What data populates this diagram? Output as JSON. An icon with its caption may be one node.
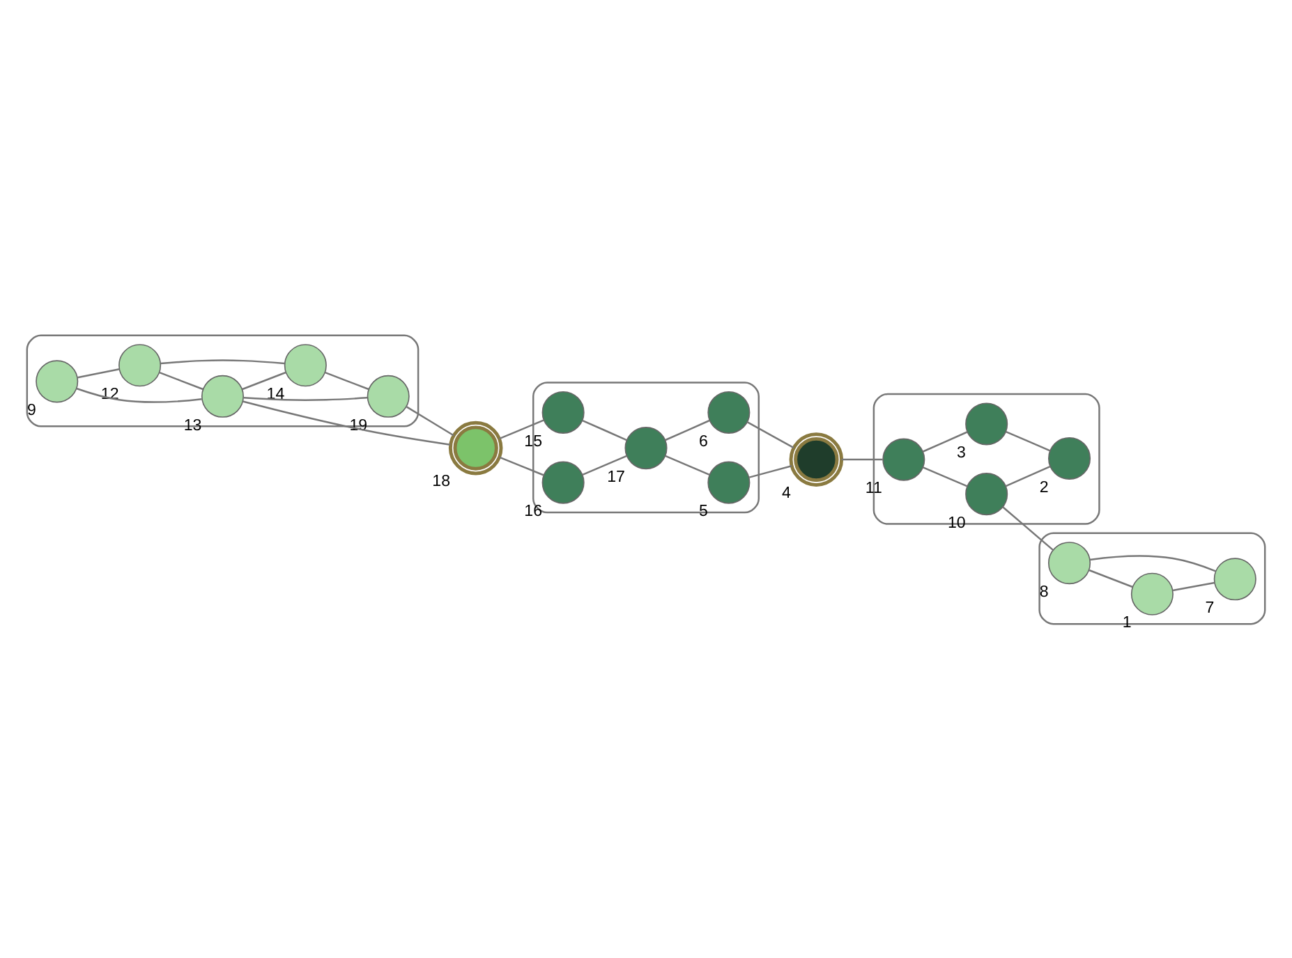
{
  "diagram": {
    "nodes": [
      {
        "text": [],
        "shape": "ellipse"
      },
      {
        "text": [],
        "shape": "circle",
        "beside": [
          "9"
        ],
        "in": 0
      },
      {
        "text": [],
        "shape": "circle",
        "beside": [
          "12"
        ],
        "in": 0
      },
      {
        "text": [],
        "shape": "circle",
        "beside": [
          "13"
        ],
        "in": 0
      },
      {
        "text": [],
        "shape": "circle",
        "beside": [
          "14"
        ],
        "in": 0
      },
      {
        "text": [],
        "shape": "circle",
        "beside": [
          "19"
        ],
        "in": 0
      },
      {
        "text": [],
        "shape": "circle",
        "beside": [
          "18"
        ]
      },
      {
        "text": [],
        "shape": "ellipse"
      },
      {
        "text": [],
        "shape": "circle",
        "beside": [
          "15"
        ],
        "in": 7
      },
      {
        "text": [],
        "shape": "circle",
        "beside": [
          "16"
        ],
        "in": 7
      },
      {
        "text": [],
        "shape": "circle",
        "beside": [
          "17"
        ],
        "in": 7
      },
      {
        "text": [],
        "shape": "circle",
        "beside": [
          "5"
        ],
        "in": 7
      },
      {
        "text": [],
        "shape": "circle",
        "beside": [
          "6"
        ],
        "in": 7
      },
      {
        "text": [],
        "shape": "circle",
        "beside": [
          "4"
        ]
      },
      {
        "text": [],
        "shape": "ellipse"
      },
      {
        "text": [],
        "shape": "circle",
        "beside": [
          "11"
        ],
        "in": 14
      },
      {
        "text": [],
        "shape": "circle",
        "beside": [
          "3"
        ],
        "in": 14
      },
      {
        "text": [],
        "shape": "circle",
        "beside": [
          "10"
        ],
        "in": 14
      },
      {
        "text": [],
        "shape": "circle",
        "beside": [
          "2"
        ],
        "in": 14
      },
      {
        "text": [],
        "shape": "ellipse"
      },
      {
        "text": [],
        "shape": "circle",
        "beside": [
          "8"
        ],
        "in": 19
      },
      {
        "text": [],
        "shape": "circle",
        "beside": [
          "1"
        ],
        "in": 19
      },
      {
        "text": [],
        "shape": "circle",
        "beside": [
          "7"
        ],
        "in": 19
      }
    ],
    "edges": [
      {
        "from": 1,
        "to": 2,
        "arrow": "none"
      },
      {
        "from": 1,
        "to": 3,
        "arrow": "none"
      },
      {
        "from": 2,
        "to": 3,
        "arrow": "none"
      },
      {
        "from": 2,
        "to": 4,
        "arrow": "none"
      },
      {
        "from": 3,
        "to": 4,
        "arrow": "none"
      },
      {
        "from": 3,
        "to": 5,
        "arrow": "none"
      },
      {
        "from": 4,
        "to": 5,
        "arrow": "none"
      },
      {
        "from": 3,
        "to": 6,
        "arrow": "none"
      },
      {
        "from": 5,
        "to": 6,
        "arrow": "none"
      },
      {
        "from": 6,
        "to": 8,
        "arrow": "none"
      },
      {
        "from": 6,
        "to": 9,
        "arrow": "none"
      },
      {
        "from": 8,
        "to": 10,
        "arrow": "none"
      },
      {
        "from": 9,
        "to": 10,
        "arrow": "none"
      },
      {
        "from": 10,
        "to": 11,
        "arrow": "none"
      },
      {
        "from": 10,
        "to": 12,
        "arrow": "none"
      },
      {
        "from": 11,
        "to": 13,
        "arrow": "none"
      },
      {
        "from": 12,
        "to": 13,
        "arrow": "none"
      },
      {
        "from": 13,
        "to": 15,
        "arrow": "none"
      },
      {
        "from": 15,
        "to": 16,
        "arrow": "none"
      },
      {
        "from": 15,
        "to": 17,
        "arrow": "none"
      },
      {
        "from": 16,
        "to": 18,
        "arrow": "none"
      },
      {
        "from": 17,
        "to": 18,
        "arrow": "none"
      },
      {
        "from": 17,
        "to": 20,
        "arrow": "none"
      },
      {
        "from": 20,
        "to": 21,
        "arrow": "none"
      },
      {
        "from": 20,
        "to": 22,
        "arrow": "none"
      },
      {
        "from": 21,
        "to": 22,
        "arrow": "none"
      }
    ]
  }
}
